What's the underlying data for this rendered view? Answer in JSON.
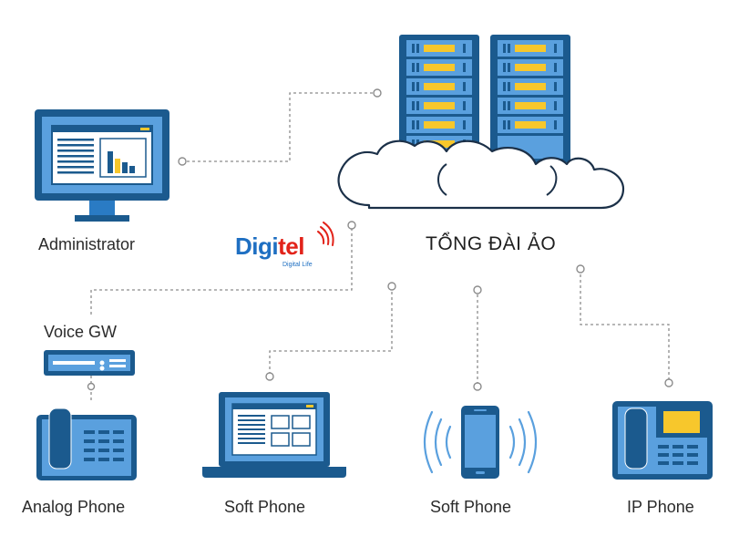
{
  "title": "TỔNG ĐÀI ẢO",
  "nodes": {
    "administrator": "Administrator",
    "voice_gw": "Voice GW",
    "analog_phone": "Analog Phone",
    "soft_phone_pc": "Soft Phone",
    "soft_phone_mobile": "Soft Phone",
    "ip_phone": "IP Phone"
  },
  "logo": {
    "brand_part1": "Digi",
    "brand_part2": "tel",
    "tagline": "Digital Life"
  },
  "colors": {
    "navy": "#1b5a8e",
    "blue": "#2a7bc4",
    "light_blue": "#5aa0de",
    "yellow": "#f7c72c",
    "line": "#8c8c8c",
    "brand_blue": "#1e6fc2",
    "brand_red": "#e2231a"
  }
}
